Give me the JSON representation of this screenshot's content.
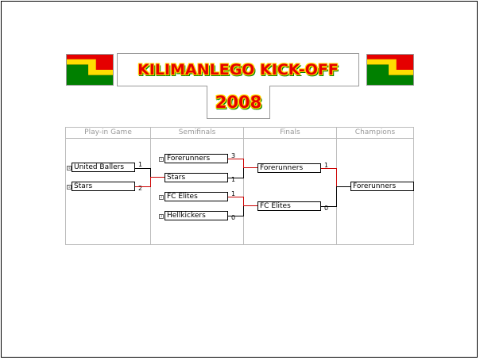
{
  "title": "KILIMANLEGO KICK-OFF",
  "year": "2008",
  "colors": {
    "flag_red": "#e50000",
    "flag_yellow": "#ffde00",
    "flag_green": "#008000",
    "winner_line": "#cc0000"
  },
  "columns": [
    "Play-in Game",
    "Semifinals",
    "Finals",
    "Champions"
  ],
  "playin": [
    {
      "seed": "4",
      "team": "United Ballers",
      "score": "1"
    },
    {
      "seed": "5",
      "team": "Stars",
      "score": "2"
    }
  ],
  "semis": [
    {
      "seed": "1",
      "team": "Forerunners",
      "score": "3"
    },
    {
      "seed": "",
      "team": "Stars",
      "score": "1"
    },
    {
      "seed": "2",
      "team": "FC Elites",
      "score": "1"
    },
    {
      "seed": "3",
      "team": "Hellkickers",
      "score": "0"
    }
  ],
  "finals": [
    {
      "team": "Forerunners",
      "score": "1"
    },
    {
      "team": "FC Elites",
      "score": "0"
    }
  ],
  "champion": "Forerunners"
}
